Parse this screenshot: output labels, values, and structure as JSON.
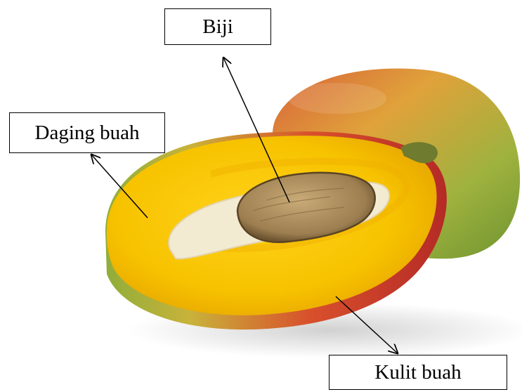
{
  "labels": {
    "seed": "Biji",
    "flesh": "Daging buah",
    "skin": "Kulit buah"
  },
  "colors": {
    "flesh": "#f6c800",
    "skin_red": "#c8322a",
    "skin_green": "#8fae3a",
    "seed": "#a88a5a",
    "pit_husk": "#f3ead2",
    "label_border": "#000000"
  }
}
